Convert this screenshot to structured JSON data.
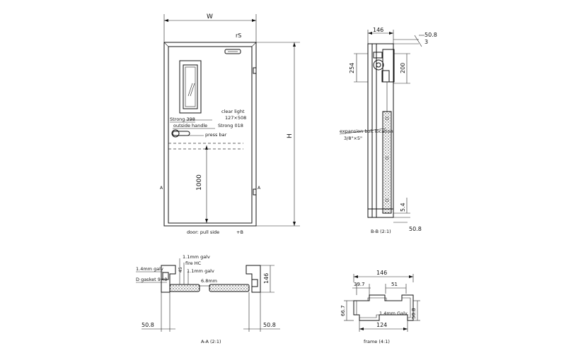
{
  "front": {
    "dim_width": "W",
    "dim_height": "H",
    "dim_top_right": "rS",
    "clear_light": "clear light",
    "clear_light_size": "127×508",
    "strong_label": "Strong 398",
    "outside_handle": "outside handle",
    "strong_018": "Strong 018",
    "press_bar": "press bar",
    "dim_1000": "1000",
    "marker_a": "A",
    "caption": "door: pull side",
    "caption_mark": "+B"
  },
  "section_bb": {
    "dim_146": "146",
    "dim_50_8_top": "50.8",
    "dim_3": "3",
    "dim_254": "254",
    "dim_200": "200",
    "expansion_bolt": "expansion bolt location",
    "bolt_size": "3/8\"×5\"",
    "dim_5_4": "5.4",
    "dim_50_8_bottom": "50.8",
    "caption": "B-B (2:1)"
  },
  "section_aa": {
    "galv_top": "1.1mm galv",
    "fire_hc": "fire HC",
    "galv_mid": "1.1mm galv",
    "galv_left": "1.4mm galv",
    "gasket": "D gasket 9×8",
    "dim_45": "45",
    "dim_6_8": "6.8mm",
    "dim_146": "146",
    "dim_50_8_left": "50.8",
    "dim_50_8_right": "50.8",
    "caption": "A-A (2:1)"
  },
  "frame": {
    "dim_146": "146",
    "dim_39_7": "39.7",
    "dim_51": "51",
    "dim_66_7": "66.7",
    "galv": "1.4mm Galv.",
    "dim_50_8": "50.8",
    "dim_124": "124",
    "caption": "frame (4:1)"
  }
}
